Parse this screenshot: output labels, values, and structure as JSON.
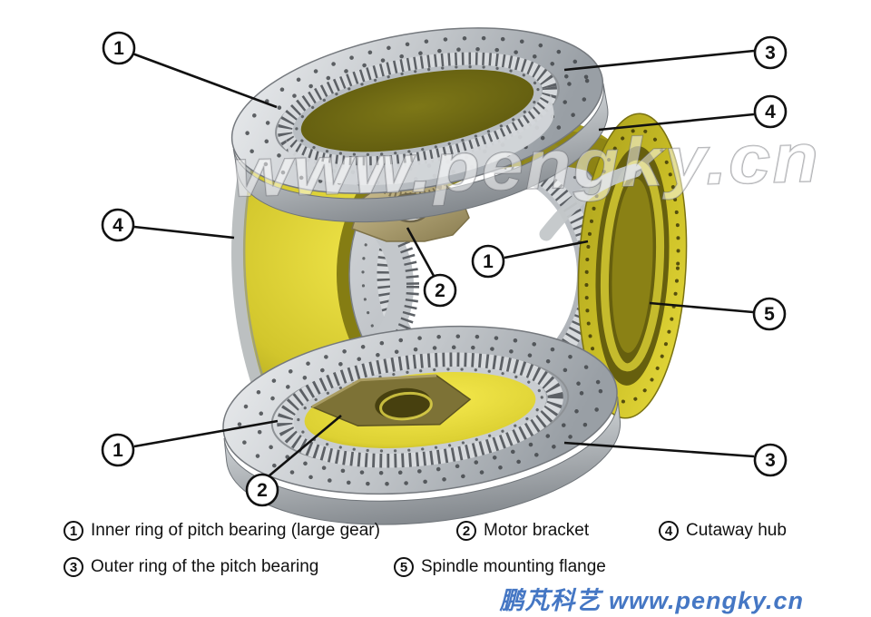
{
  "watermark": {
    "text": "www.pengky.cn"
  },
  "footer": {
    "text": "鹏芃科艺 www.pengky.cn",
    "color": "#4577c4"
  },
  "legend": {
    "items": [
      {
        "num": "1",
        "label": "Inner ring of pitch bearing (large gear)"
      },
      {
        "num": "2",
        "label": "Motor bracket"
      },
      {
        "num": "4",
        "label": "Cutaway hub"
      },
      {
        "num": "3",
        "label": "Outer ring of the pitch bearing"
      },
      {
        "num": "5",
        "label": "Spindle mounting flange"
      }
    ]
  },
  "callouts": [
    {
      "num": "1"
    },
    {
      "num": "3"
    },
    {
      "num": "4"
    },
    {
      "num": "4"
    },
    {
      "num": "1"
    },
    {
      "num": "2"
    },
    {
      "num": "5"
    },
    {
      "num": "1"
    },
    {
      "num": "3"
    },
    {
      "num": "2"
    }
  ],
  "colors": {
    "hub_yellow": "#d8cc2e",
    "hub_olive": "#6b6712",
    "bearing_silver": "#c6cacd",
    "bracket_tan": "#c2b382",
    "footer_blue": "#4577c4"
  }
}
